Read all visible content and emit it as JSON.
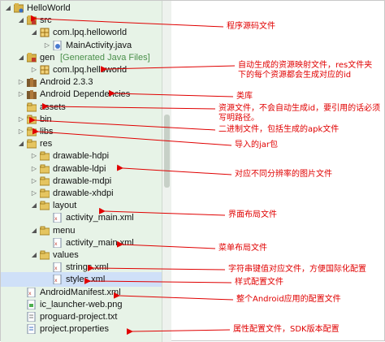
{
  "tree": {
    "items": [
      {
        "label": "HelloWorld",
        "depth": 0,
        "toggle": "down",
        "icon": "project-folder-icon"
      },
      {
        "label": "src",
        "depth": 1,
        "toggle": "down",
        "icon": "source-folder-icon"
      },
      {
        "label": "com.lpq.helloworld",
        "depth": 2,
        "toggle": "down",
        "icon": "package-icon"
      },
      {
        "label": "MainActivity.java",
        "depth": 3,
        "toggle": "right",
        "icon": "java-file-icon"
      },
      {
        "label": "gen",
        "depth": 1,
        "toggle": "down",
        "icon": "source-folder-icon",
        "suffix": "[Generated Java Files]"
      },
      {
        "label": "com.lpq.helloworld",
        "depth": 2,
        "toggle": "right",
        "icon": "package-icon"
      },
      {
        "label": "Android 2.3.3",
        "depth": 1,
        "toggle": "right",
        "icon": "library-icon"
      },
      {
        "label": "Android Dependencies",
        "depth": 1,
        "toggle": "right",
        "icon": "library-icon"
      },
      {
        "label": "assets",
        "depth": 1,
        "toggle": "none",
        "icon": "folder-icon"
      },
      {
        "label": "bin",
        "depth": 1,
        "toggle": "right",
        "icon": "folder-icon"
      },
      {
        "label": "libs",
        "depth": 1,
        "toggle": "right",
        "icon": "folder-icon"
      },
      {
        "label": "res",
        "depth": 1,
        "toggle": "down",
        "icon": "folder-icon"
      },
      {
        "label": "drawable-hdpi",
        "depth": 2,
        "toggle": "right",
        "icon": "folder-icon"
      },
      {
        "label": "drawable-ldpi",
        "depth": 2,
        "toggle": "right",
        "icon": "folder-icon"
      },
      {
        "label": "drawable-mdpi",
        "depth": 2,
        "toggle": "right",
        "icon": "folder-icon"
      },
      {
        "label": "drawable-xhdpi",
        "depth": 2,
        "toggle": "right",
        "icon": "folder-icon"
      },
      {
        "label": "layout",
        "depth": 2,
        "toggle": "down",
        "icon": "folder-icon"
      },
      {
        "label": "activity_main.xml",
        "depth": 3,
        "toggle": "none",
        "icon": "xml-file-icon"
      },
      {
        "label": "menu",
        "depth": 2,
        "toggle": "down",
        "icon": "folder-icon"
      },
      {
        "label": "activity_main.xml",
        "depth": 3,
        "toggle": "none",
        "icon": "xml-file-icon"
      },
      {
        "label": "values",
        "depth": 2,
        "toggle": "down",
        "icon": "folder-icon"
      },
      {
        "label": "strings.xml",
        "depth": 3,
        "toggle": "none",
        "icon": "xml-file-icon"
      },
      {
        "label": "styles.xml",
        "depth": 3,
        "toggle": "none",
        "icon": "xml-file-icon",
        "selected": true
      },
      {
        "label": "AndroidManifest.xml",
        "depth": 1,
        "toggle": "none",
        "icon": "xml-file-icon"
      },
      {
        "label": "ic_launcher-web.png",
        "depth": 1,
        "toggle": "none",
        "icon": "image-file-icon"
      },
      {
        "label": "proguard-project.txt",
        "depth": 1,
        "toggle": "none",
        "icon": "text-file-icon"
      },
      {
        "label": "project.properties",
        "depth": 1,
        "toggle": "none",
        "icon": "properties-file-icon"
      }
    ]
  },
  "annotations": [
    {
      "text": "程序源码文件"
    },
    {
      "text": "自动生成的资源映射文件，res文件夹下的每个资源都会生成对应的id"
    },
    {
      "text": "类库"
    },
    {
      "text": "资源文件，不会自动生成id，要引用的话必须写明路径。"
    },
    {
      "text": "二进制文件，包括生成的apk文件"
    },
    {
      "text": "导入的jar包"
    },
    {
      "text": "对应不同分辨率的图片文件"
    },
    {
      "text": "界面布局文件"
    },
    {
      "text": "菜单布局文件"
    },
    {
      "text": "字符串键值对应文件，方便国际化配置"
    },
    {
      "text": "样式配置文件"
    },
    {
      "text": "整个Android应用的配置文件"
    },
    {
      "text": "属性配置文件，SDK版本配置"
    }
  ],
  "colors": {
    "annotation": "#e00000",
    "tree_background": "#e7f3e7",
    "selection": "#cfe0f8"
  }
}
